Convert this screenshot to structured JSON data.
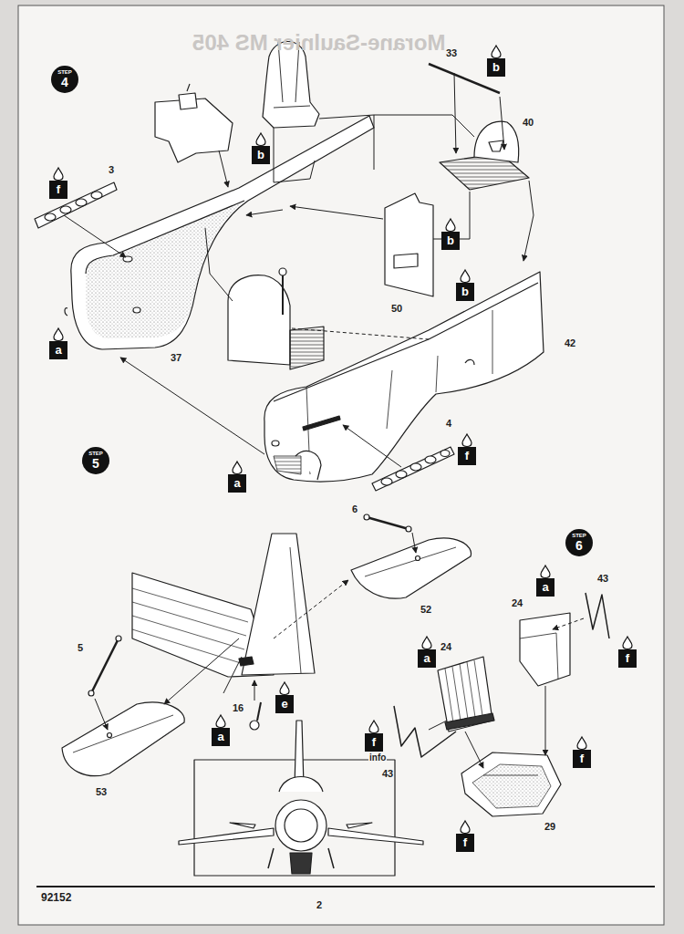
{
  "diagram": {
    "nodes": [
      {
        "text": [
          "STEP",
          "4"
        ]
      },
      {
        "text": [
          "f"
        ]
      },
      {
        "text": [
          "b"
        ]
      },
      {
        "text": [
          "b"
        ]
      },
      {
        "text": [
          "b"
        ]
      },
      {
        "text": [
          "b"
        ]
      },
      {
        "text": [
          "a"
        ]
      },
      {
        "text": [
          "a"
        ]
      },
      {
        "text": [
          "f"
        ]
      },
      {
        "text": [
          "STEP",
          "5"
        ]
      },
      {
        "text": [
          "e"
        ]
      },
      {
        "text": [
          "a"
        ]
      },
      {
        "text": [
          "STEP",
          "6"
        ]
      },
      {
        "text": [
          "a"
        ]
      },
      {
        "text": [
          "a"
        ]
      },
      {
        "text": [
          "f"
        ]
      },
      {
        "text": [
          "f"
        ]
      },
      {
        "text": [
          "f"
        ]
      },
      {
        "text": [
          "f"
        ]
      }
    ],
    "labels": [
      "Morane-Saulnier MS 405",
      "3",
      "33",
      "40",
      "50",
      "42",
      "37",
      "4",
      "6",
      "52",
      "5",
      "16",
      "53",
      "24",
      "43",
      "24",
      "info",
      "43",
      "29",
      "92152",
      "2"
    ]
  }
}
